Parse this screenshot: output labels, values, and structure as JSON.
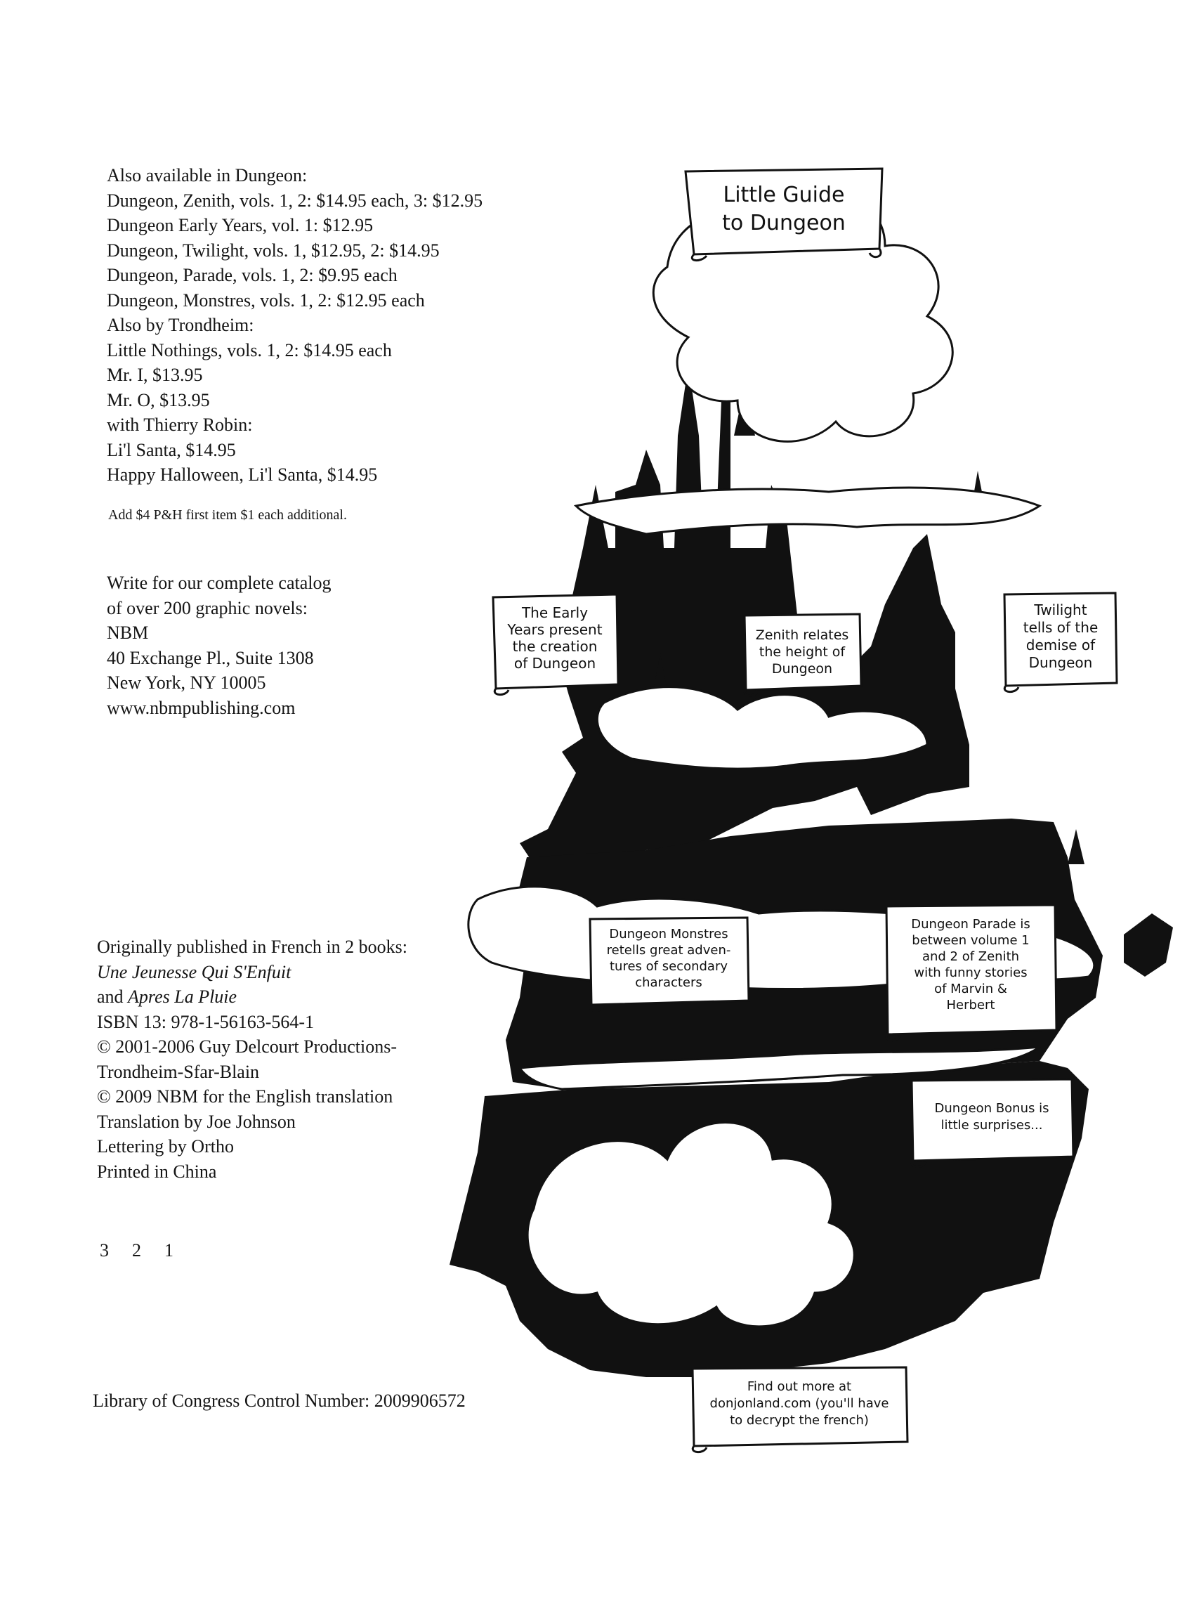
{
  "catalog": {
    "lines": [
      "Also available in Dungeon:",
      "Dungeon, Zenith, vols. 1, 2: $14.95 each, 3: $12.95",
      "Dungeon Early Years, vol. 1: $12.95",
      "Dungeon, Twilight, vols. 1, $12.95, 2: $14.95",
      "Dungeon, Parade, vols. 1, 2: $9.95 each",
      "Dungeon, Monstres, vols. 1, 2: $12.95 each",
      "Also by Trondheim:",
      "Little Nothings, vols. 1, 2: $14.95 each",
      "Mr. I, $13.95",
      "Mr. O, $13.95",
      "with Thierry Robin:",
      "Li'l Santa, $14.95",
      "Happy Halloween, Li'l Santa, $14.95"
    ],
    "shipping_note": "Add $4 P&H first item $1 each additional."
  },
  "contact": {
    "lines": [
      "Write for our complete catalog",
      "of over 200 graphic novels:",
      "NBM",
      "40 Exchange Pl., Suite 1308",
      "New York, NY 10005",
      "www.nbmpublishing.com"
    ]
  },
  "credits": {
    "line1": "Originally published in French in 2 books:",
    "title1": "Une Jeunesse Qui S'Enfuit",
    "and_word": "and ",
    "title2": "Apres La Pluie",
    "rest": [
      "ISBN 13: 978-1-56163-564-1",
      "© 2001-2006 Guy Delcourt Productions-",
      "Trondheim-Sfar-Blain",
      "© 2009 NBM for the English translation",
      "Translation by Joe Johnson",
      "Lettering by Ortho",
      "Printed in China"
    ]
  },
  "printing_digits": [
    "3",
    "2",
    "1"
  ],
  "loc_number": "Library of Congress Control Number:  2009906572",
  "scrolls": {
    "title": [
      "Little Guide",
      "to Dungeon"
    ],
    "early_years": [
      "The Early",
      "Years present",
      "the creation",
      "of Dungeon"
    ],
    "zenith": [
      "Zenith relates",
      "the height of",
      "Dungeon"
    ],
    "twilight": [
      "Twilight",
      "tells of the",
      "demise of",
      "Dungeon"
    ],
    "monstres": [
      "Dungeon Monstres",
      "retells great adven-",
      "tures of secondary",
      "characters"
    ],
    "parade": [
      "Dungeon Parade is",
      "between volume 1",
      "and 2 of Zenith",
      "with funny stories",
      "of Marvin &",
      "Herbert"
    ],
    "bonus": [
      "Dungeon Bonus is",
      "little surprises..."
    ],
    "website": [
      "Find out more at",
      "donjonland.com (you'll have",
      "to decrypt the french)"
    ]
  },
  "colors": {
    "ink": "#111111",
    "paper": "#ffffff"
  }
}
